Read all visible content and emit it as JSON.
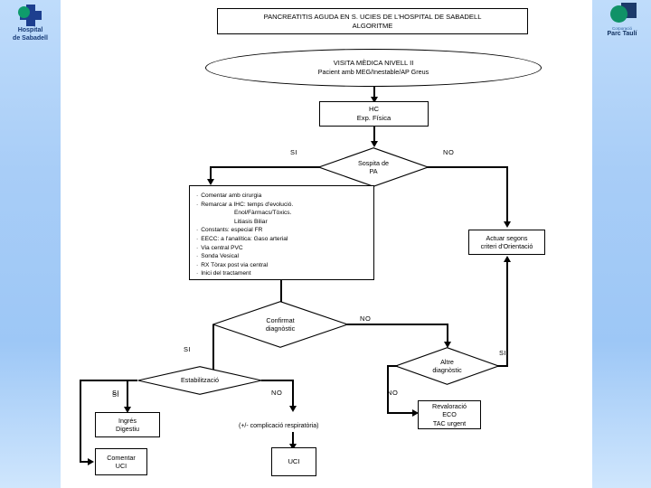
{
  "slide": {
    "title_box": "PANCREATITIS AGUDA EN S. UCIES DE L'HOSPITAL DE SABADELL ALGORITME",
    "title_line1": "PANCREATITIS AGUDA EN S. UCIES DE L'HOSPITAL DE SABADELL",
    "title_line2": "ALGORITME"
  },
  "logos": {
    "left": {
      "line1": "Hospital",
      "line2": "de Sabadell",
      "mark": "blue-cross-green-dot-icon"
    },
    "right": {
      "small": "Corporació",
      "name": "Parc Taulí",
      "mark": "green-circle-blue-square-icon"
    }
  },
  "nodes": {
    "start": {
      "line1": "VISITA MÈDICA NIVELL II",
      "line2": "Pacient amb MEG/Inestable/AP Greus"
    },
    "hc": {
      "line1": "HC",
      "line2": "Exp. Física"
    },
    "d_sospita": {
      "line1": "Sospita de",
      "line2": "PA"
    },
    "actions": {
      "items": [
        "Comentar amb cirurgia",
        "Remarcar a IHC: temps d'evolució.",
        "Enol/Fàrmacs/Tòxics.",
        "Litiasis Biliar",
        "Constants: especial FR",
        "EECC: a l'analítica: Gaso arterial",
        "Via central PVC",
        "Sonda Vesical",
        "RX Tòrax post via central",
        "Inici del tractament"
      ]
    },
    "orientacio": {
      "line1": "Actuar segons",
      "line2": "criteri d'Orientació"
    },
    "d_confirmat": {
      "line1": "Confirmat",
      "line2": "diagnòstic"
    },
    "d_altre": {
      "line1": "Altre",
      "line2": "diagnòstic"
    },
    "revaloracio": {
      "line1": "Revaloració",
      "line2": "ECO",
      "line3": "TAC urgent"
    },
    "d_estabilitzacio": {
      "line1": "Estabilització"
    },
    "ingres": {
      "line1": "Ingrés",
      "line2": "Digestiu"
    },
    "comentar_uci": {
      "line1": "Comentar",
      "line2": "UCI"
    },
    "uci": {
      "line1": "UCI"
    },
    "complicacio_note": "(+/- complicació respiratòria)"
  },
  "edges": {
    "sospita_si": "SI",
    "sospita_no": "NO",
    "confirmat_si": "SI",
    "confirmat_no": "NO",
    "altre_si": "SI",
    "altre_no": "NO",
    "estab_si": "SI",
    "estab_no": "NO",
    "estab_si2": "SI"
  },
  "colors": {
    "panel_top": "#bfdcfb",
    "panel_bottom": "#cfe6fd",
    "logo_blue": "#1d3f8f",
    "logo_green": "#0f9b6c",
    "line": "#000000",
    "background": "#ffffff"
  }
}
